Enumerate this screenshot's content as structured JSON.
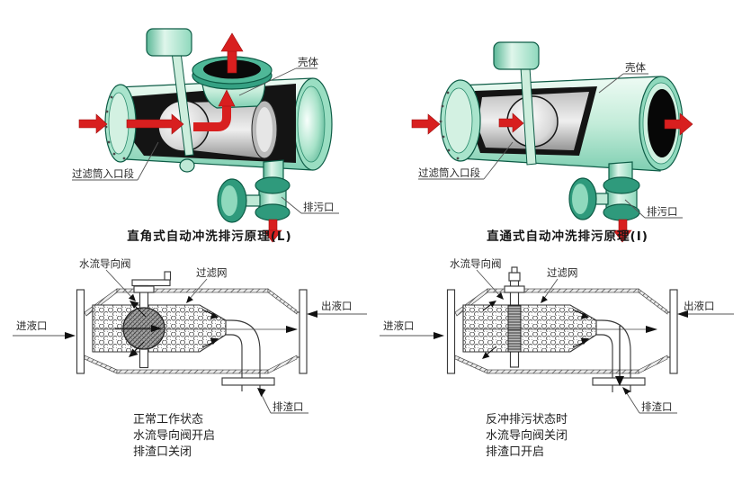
{
  "page": {
    "background": "#ffffff",
    "description_colors": {
      "mint": "#bfe9d6",
      "teal": "#2f9a7c",
      "dark_teal": "#0d5c46",
      "arrow_red": "#d81f1f",
      "schematic_line": "#3a3a3a"
    }
  },
  "panels": {
    "top_left": {
      "caption": "直角式自动冲洗排污原理(L)",
      "labels": {
        "shell": "壳体",
        "filter_inlet": "过滤筒入口段",
        "drain": "排污口"
      }
    },
    "top_right": {
      "caption": "直通式自动冲洗排污原理(I)",
      "labels": {
        "shell": "壳体",
        "filter_inlet": "过滤筒入口段",
        "drain": "排污口"
      }
    },
    "bottom_left": {
      "labels": {
        "diverter_valve": "水流导向阀",
        "filter_mesh": "过滤网",
        "inlet": "进液口",
        "outlet": "出液口",
        "slag_outlet": "排渣口"
      },
      "status_lines": [
        "正常工作状态",
        "水流导向阀开启",
        "排渣口关闭"
      ]
    },
    "bottom_right": {
      "labels": {
        "diverter_valve": "水流导向阀",
        "filter_mesh": "过滤网",
        "inlet": "进液口",
        "outlet": "出液口",
        "slag_outlet": "排渣口"
      },
      "status_lines": [
        "反冲排污状态时",
        "水流导向阀关闭",
        "排渣口开启"
      ]
    }
  }
}
